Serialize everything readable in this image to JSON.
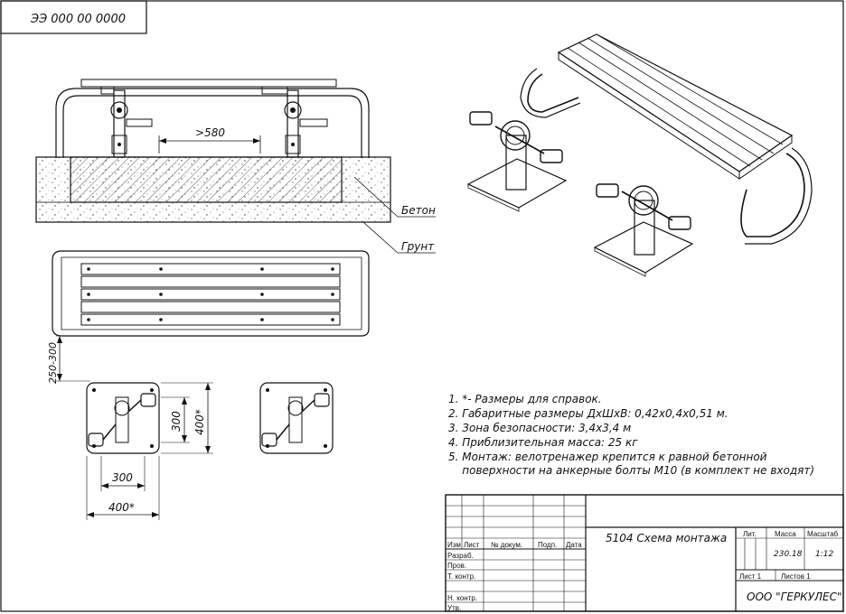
{
  "stamp": {
    "code": "ЭЭ 000 00 0000"
  },
  "front_view": {
    "dim_width": ">580",
    "label_concrete": "Бетон",
    "label_ground": "Грунт"
  },
  "plan_view": {
    "dim_gap": "250-300"
  },
  "base_view": {
    "dim_inner_w": "300",
    "dim_outer_w": "400*",
    "dim_inner_h": "300",
    "dim_outer_h": "400*"
  },
  "notes": [
    "1.  *- Размеры для справок.",
    "2. Габаритные размеры ДхШхВ: 0,42х0,4х0,51  м.",
    "3. Зона безопасности: 3,4х3,4 м",
    "4. Приблизительная масса: 25 кг",
    "5. Монтаж: велотренажер крепится к равной бетонной",
    "    поверхности на анкерные болты М10 (в комплект не входят)"
  ],
  "title_block": {
    "title": "5104 Схема монтажа",
    "col_izm": "Изм",
    "col_list": "Лист",
    "col_doc": "№ докум.",
    "col_sign": "Подп.",
    "col_date": "Дата",
    "row_razrab": "Разраб.",
    "row_prov": "Пров.",
    "row_tkontr": "Т. контр.",
    "row_nkontr": "Н. контр.",
    "row_utv": "Утв.",
    "lit_label": "Лит.",
    "mass_label": "Масса",
    "scale_label": "Масштаб",
    "mass_value": "230.18",
    "scale_value": "1:12",
    "sheet": "Лист 1",
    "sheets": "Листов 1",
    "company": "ООО \"ГЕРКУЛЕС\""
  }
}
